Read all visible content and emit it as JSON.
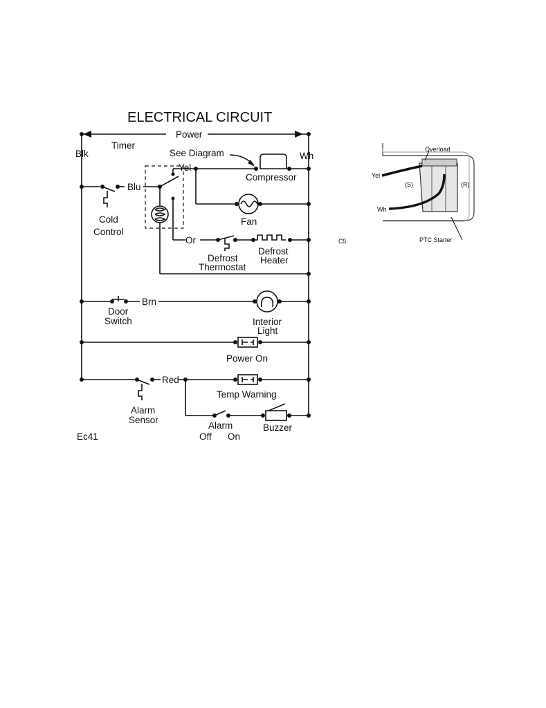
{
  "title": "ELECTRICAL CIRCUIT",
  "labels": {
    "power": "Power",
    "blk": "Blk",
    "wh": "Wh",
    "timer": "Timer",
    "see_diagram": "See Diagram",
    "yel": "Yel",
    "compressor": "Compressor",
    "blu": "Blu",
    "cold_control_1": "Cold",
    "cold_control_2": "Control",
    "fan": "Fan",
    "or": "Or",
    "defrost_thermostat_1": "Defrost",
    "defrost_thermostat_2": "Thermostat",
    "defrost_heater_1": "Defrost",
    "defrost_heater_2": "Heater",
    "brn": "Brn",
    "door_switch_1": "Door",
    "door_switch_2": "Switch",
    "interior_light_1": "Interior",
    "interior_light_2": "Light",
    "power_on": "Power On",
    "red": "Red",
    "temp_warning": "Temp Warning",
    "alarm_sensor_1": "Alarm",
    "alarm_sensor_2": "Sensor",
    "alarm": "Alarm",
    "off": "Off",
    "on": "On",
    "buzzer": "Buzzer",
    "code": "Ec41",
    "figure_ref": "C5"
  },
  "inset": {
    "overload": "Overload",
    "yel": "Yel",
    "wh": "Wh",
    "s": "(S)",
    "r": "(R)",
    "ptc_starter": "PTC Starter"
  }
}
